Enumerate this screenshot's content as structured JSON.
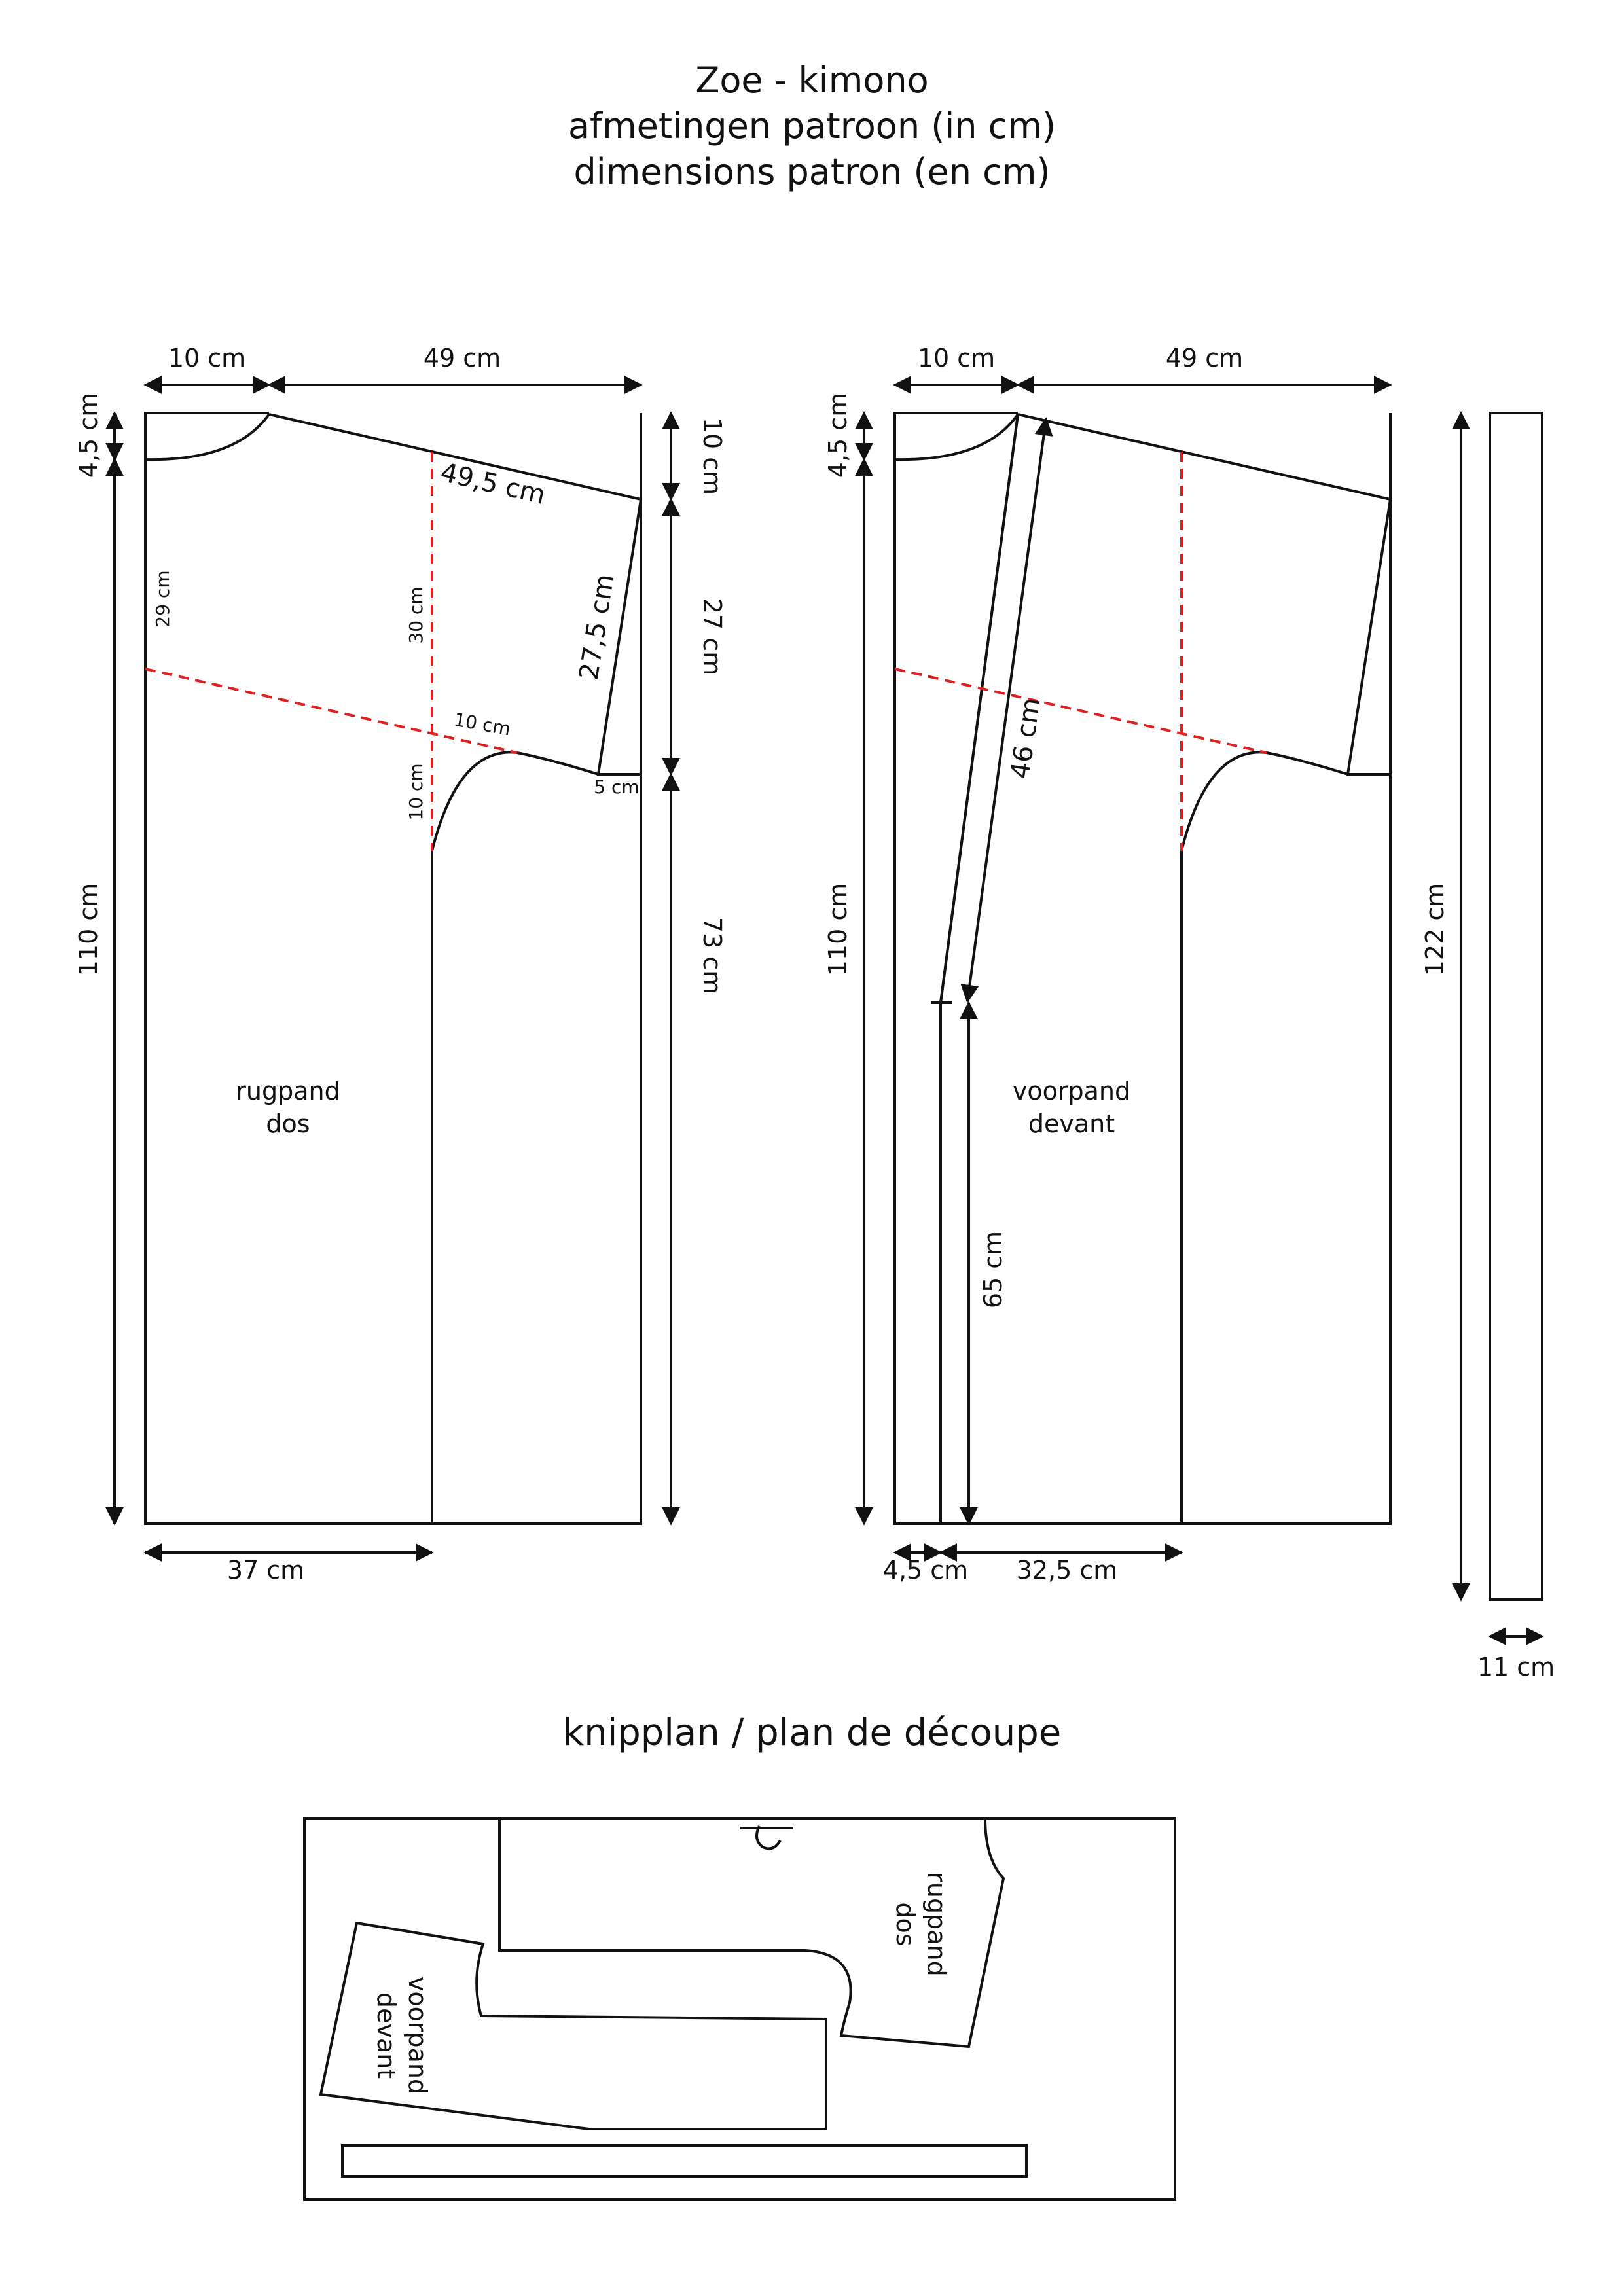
{
  "title": {
    "line1": "Zoe - kimono",
    "line2": "afmetingen  patroon (in cm)",
    "line3": "dimensions patron (en cm)"
  },
  "colors": {
    "line": "#111111",
    "guide": "#e02020"
  },
  "back": {
    "label1": "rugpand",
    "label2": "dos",
    "dims": {
      "neck_width": "10 cm",
      "shoulder_width": "49 cm",
      "neck_depth": "4,5 cm",
      "height": "110 cm",
      "shoulder_line": "49,5 cm",
      "sleeve_end": "27,5 cm",
      "side_top": "10 cm",
      "side_mid": "27 cm",
      "side_bottom": "73 cm",
      "inner_29": "29 cm",
      "inner_30": "30 cm",
      "inner_10a": "10 cm",
      "inner_10b": "10 cm",
      "step_5": "5 cm",
      "bottom": "37 cm"
    }
  },
  "front": {
    "label1": "voorpand",
    "label2": "devant",
    "dims": {
      "neck_width": "10 cm",
      "shoulder_width": "49 cm",
      "neck_depth": "4,5 cm",
      "height": "110 cm",
      "diag": "46 cm",
      "lower": "65 cm",
      "bottom_left": "4,5 cm",
      "bottom_right": "32,5 cm"
    }
  },
  "band": {
    "length": "122 cm",
    "width": "11 cm"
  },
  "cutting": {
    "title": "knipplan /  plan de découpe",
    "back_label1": "rugpand",
    "back_label2": "dos",
    "front_label1": "voorpand",
    "front_label2": "devant"
  }
}
